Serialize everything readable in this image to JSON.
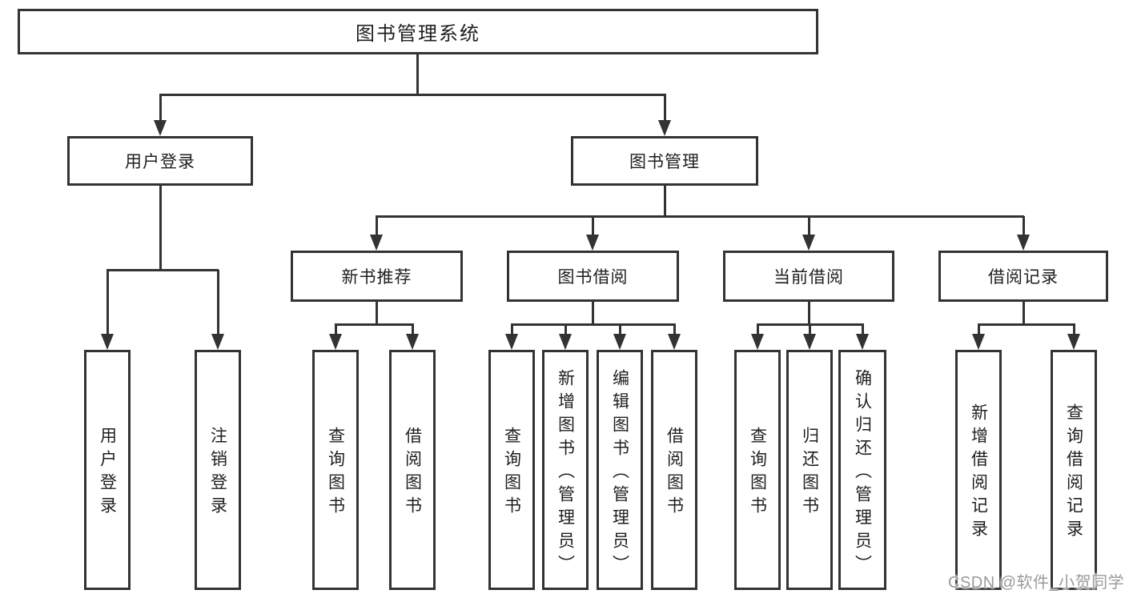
{
  "colors": {
    "line": "#333333",
    "text": "#1f1f1f",
    "background": "#ffffff",
    "watermark": "#9b9b9b"
  },
  "diagram": {
    "root": {
      "label": "图书管理系统"
    },
    "level2": [
      {
        "label": "用户登录"
      },
      {
        "label": "图书管理"
      }
    ],
    "level3": [
      {
        "label": "新书推荐"
      },
      {
        "label": "图书借阅"
      },
      {
        "label": "当前借阅"
      },
      {
        "label": "借阅记录"
      }
    ],
    "leaves": {
      "login": [
        "用户登录",
        "注销登录"
      ],
      "recommend": [
        "查询图书",
        "借阅图书"
      ],
      "borrow": [
        "查询图书",
        "新增图书（管理员）",
        "编辑图书（管理员）",
        "借阅图书"
      ],
      "current": [
        "查询图书",
        "归还图书",
        "确认归还（管理员）"
      ],
      "records": [
        "新增借阅记录",
        "查询借阅记录"
      ]
    }
  },
  "watermark": {
    "text": "CSDN @软件_小贺同学"
  }
}
